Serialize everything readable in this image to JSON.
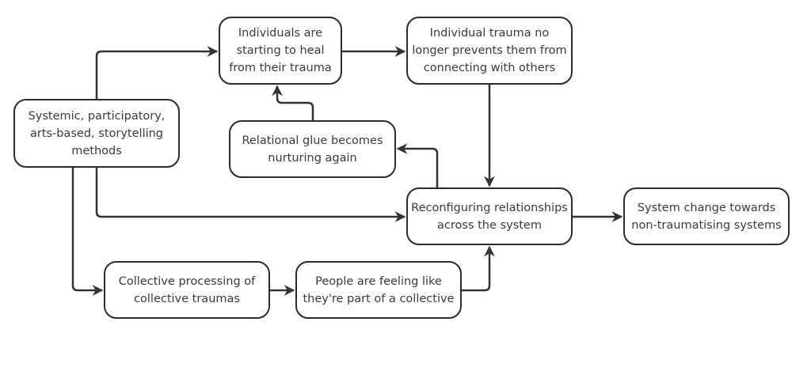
{
  "diagram": {
    "type": "flowchart",
    "colors": {
      "stroke": "#2b2b2b",
      "text": "#3a3a3a",
      "background": "#ffffff"
    },
    "nodes": [
      {
        "id": "methods",
        "label": "Systemic, participatory, arts-based, storytelling methods"
      },
      {
        "id": "heal",
        "label": "Individuals are starting to heal from their trauma"
      },
      {
        "id": "connect",
        "label": "Individual trauma no longer prevents them from connecting with others"
      },
      {
        "id": "glue",
        "label": "Relational glue becomes nurturing again"
      },
      {
        "id": "reconfig",
        "label": "Reconfiguring relationships across the system"
      },
      {
        "id": "change",
        "label": "System change towards non-traumatising systems"
      },
      {
        "id": "collective_processing",
        "label": "Collective processing of collective traumas"
      },
      {
        "id": "collective_feeling",
        "label": "People are feeling like they're part of a collective"
      }
    ],
    "edges": [
      {
        "from": "methods",
        "to": "heal"
      },
      {
        "from": "heal",
        "to": "connect"
      },
      {
        "from": "connect",
        "to": "reconfig"
      },
      {
        "from": "glue",
        "to": "heal"
      },
      {
        "from": "reconfig",
        "to": "glue"
      },
      {
        "from": "methods",
        "to": "reconfig"
      },
      {
        "from": "methods",
        "to": "collective_processing"
      },
      {
        "from": "collective_processing",
        "to": "collective_feeling"
      },
      {
        "from": "collective_feeling",
        "to": "reconfig"
      },
      {
        "from": "reconfig",
        "to": "change"
      }
    ]
  }
}
